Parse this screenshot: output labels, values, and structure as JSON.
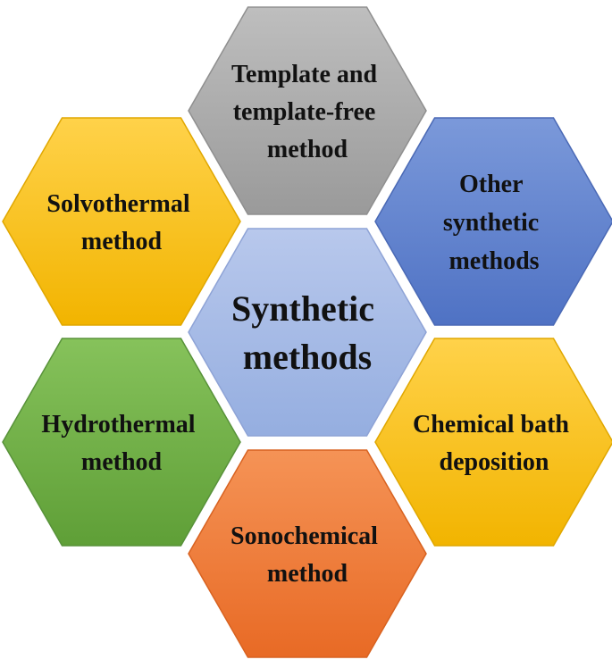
{
  "diagram": {
    "center": {
      "lines": [
        "Synthetic",
        "methods"
      ],
      "color_top": "#b8c8ec",
      "color_bottom": "#95aee0",
      "edge": "#8ea3d6"
    },
    "hexes": [
      {
        "id": "template",
        "lines": [
          "Template and",
          "template-free",
          "method"
        ],
        "color_top": "#bebebe",
        "color_bottom": "#9a9a9a",
        "edge": "#8f8f8f"
      },
      {
        "id": "other",
        "lines": [
          "Other",
          "synthetic",
          "methods"
        ],
        "color_top": "#7b99da",
        "color_bottom": "#4f72c4",
        "edge": "#4a69b5"
      },
      {
        "id": "chemical-bath",
        "lines": [
          "Chemical bath",
          "deposition"
        ],
        "color_top": "#ffd24a",
        "color_bottom": "#f2b400",
        "edge": "#e0a700"
      },
      {
        "id": "sonochemical",
        "lines": [
          "Sonochemical",
          "method"
        ],
        "color_top": "#f59356",
        "color_bottom": "#e86a25",
        "edge": "#d86220"
      },
      {
        "id": "hydrothermal",
        "lines": [
          "Hydrothermal",
          "method"
        ],
        "color_top": "#86c25b",
        "color_bottom": "#5f9f37",
        "edge": "#58923a"
      },
      {
        "id": "solvothermal",
        "lines": [
          "Solvothermal",
          "method"
        ],
        "color_top": "#ffd24a",
        "color_bottom": "#f2b400",
        "edge": "#e0a700"
      }
    ]
  }
}
